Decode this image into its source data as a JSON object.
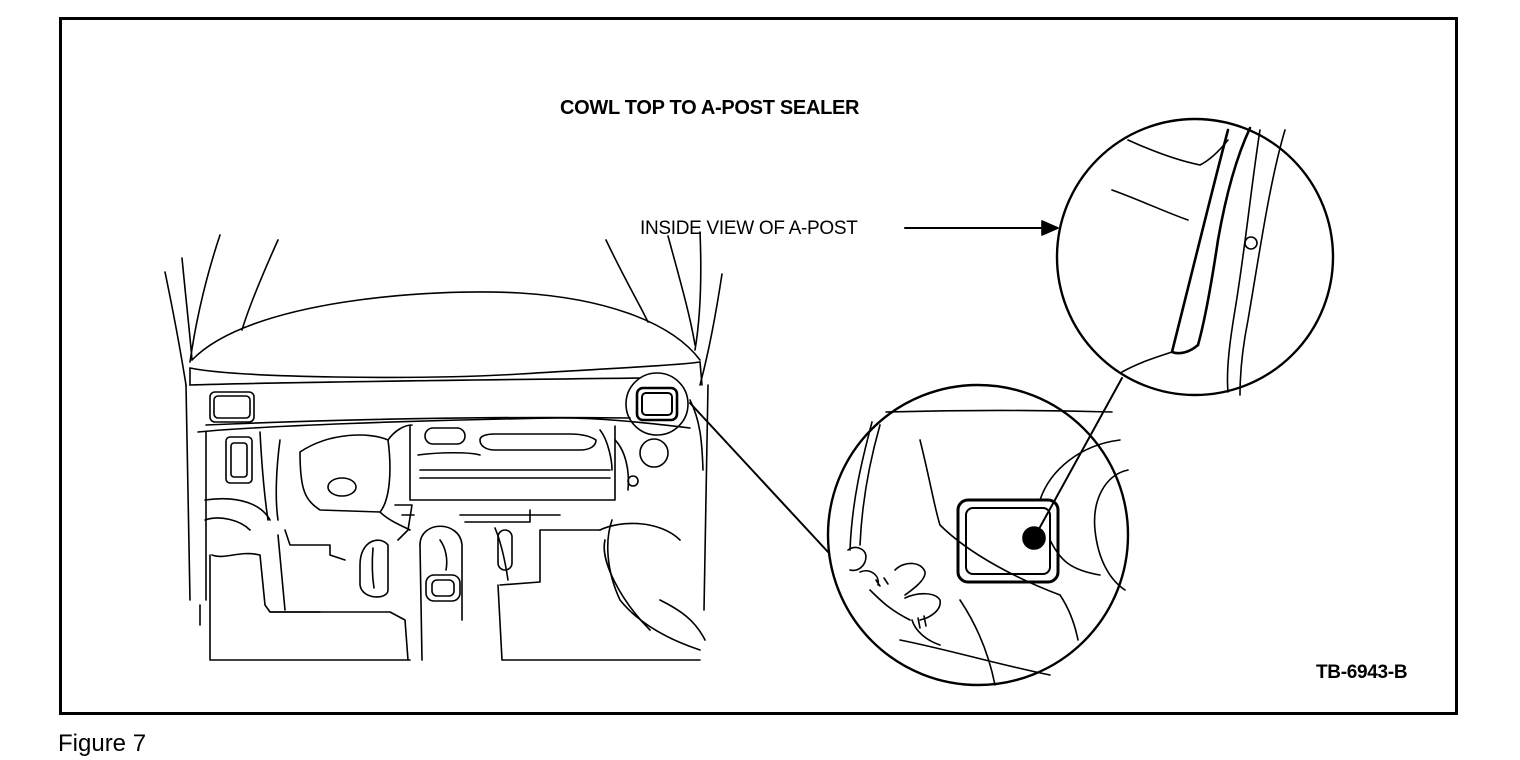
{
  "figure": {
    "title": "COWL TOP TO A-POST SEALER",
    "callout_label": "INSIDE VIEW OF A-POST",
    "drawing_code": "TB-6943-B",
    "caption": "Figure 7"
  },
  "colors": {
    "ink": "#000000",
    "paper": "#ffffff"
  }
}
